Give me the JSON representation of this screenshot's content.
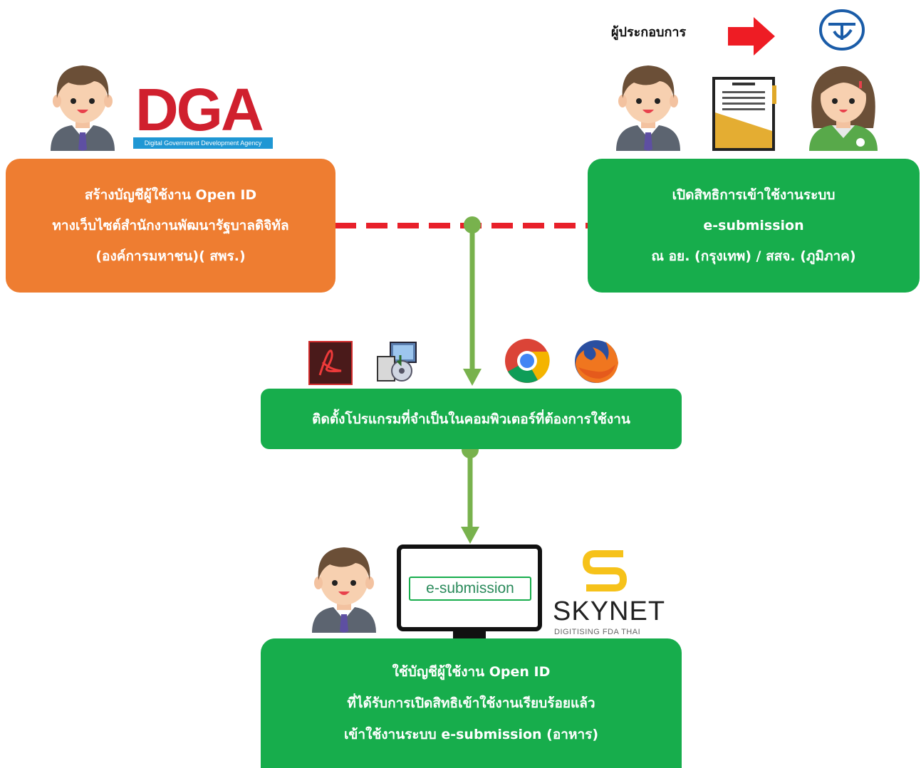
{
  "colors": {
    "orange": "#ee7d31",
    "green": "#17ad4c",
    "arrow_green": "#78b24d",
    "dash_red": "#e8202a",
    "red_arrow": "#ee1c24",
    "dga_red": "#d0202e",
    "dga_blue": "#1f97d4",
    "skynet_yellow": "#f6c21a"
  },
  "dga": {
    "logo_text": "DGA",
    "logo_subtitle": "Digital Government Development Agency"
  },
  "actor_label": "ผู้ประกอบการ",
  "boxes": {
    "create_account": {
      "lines": [
        "สร้างบัญชีผู้ใช้งาน Open ID",
        "ทางเว็บไซต์สำนักงานพัฒนารัฐบาลดิจิทัล",
        "(องค์การมหาชน)( สพร.)"
      ]
    },
    "grant_access": {
      "lines": [
        "เปิดสิทธิการเข้าใช้งานระบบ",
        "e-submission",
        "ณ อย. (กรุงเทพ) / สสจ. (ภูมิภาค)"
      ]
    },
    "install": {
      "lines": [
        "ติดตั้งโปรแกรมที่จำเป็นในคอมพิวเตอร์ที่ต้องการใช้งาน"
      ]
    },
    "login": {
      "lines": [
        "ใช้บัญชีผู้ใช้งาน Open ID",
        "ที่ได้รับการเปิดสิทธิเข้าใช้งานเรียบร้อยแล้ว",
        "เข้าใช้งานระบบ e-submission (อาหาร)"
      ]
    }
  },
  "screen_label": "e-submission",
  "skynet": {
    "name": "SKYNET",
    "tagline": "DIGITISING FDA THAI"
  },
  "icons": [
    "user-avatar-icon",
    "document-folder-icon",
    "officer-avatar-icon",
    "fda-logo-icon",
    "red-arrow-icon",
    "adobe-reader-icon",
    "installer-icon",
    "chrome-icon",
    "firefox-icon",
    "monitor-icon",
    "skynet-logo-icon"
  ]
}
